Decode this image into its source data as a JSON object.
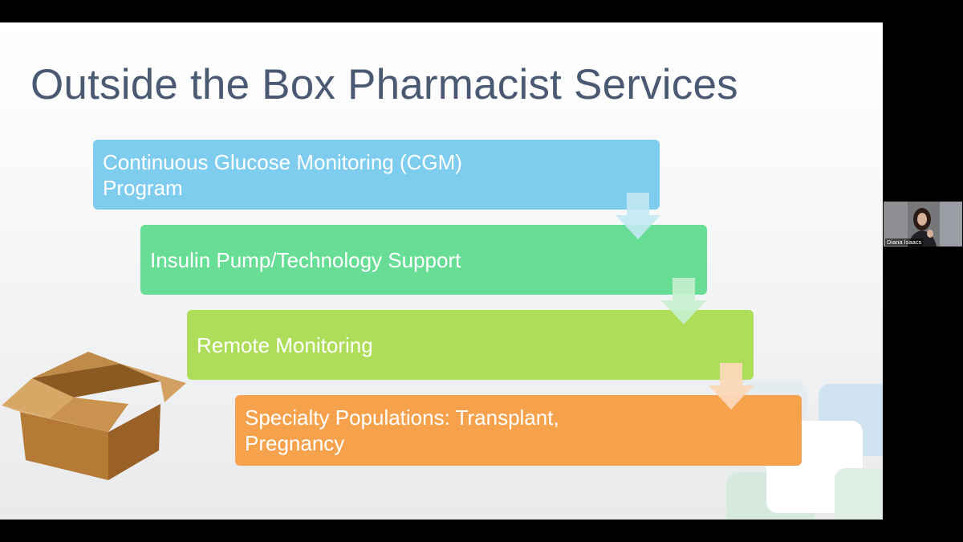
{
  "slide": {
    "title": "Outside the Box Pharmacist Services",
    "steps": [
      {
        "label": "Continuous Glucose Monitoring (CGM)",
        "label_line2": "Program",
        "color": "#7ecdee"
      },
      {
        "label": "Insulin Pump/Technology Support",
        "color": "#67dd95"
      },
      {
        "label": "Remote Monitoring",
        "color": "#aedd5a"
      },
      {
        "label": "Specialty Populations: Transplant,",
        "label_line2": "Pregnancy",
        "color": "#f6a24c"
      }
    ],
    "illustration": "open-cardboard-box"
  },
  "participant": {
    "name": "Diana Isaacs"
  }
}
